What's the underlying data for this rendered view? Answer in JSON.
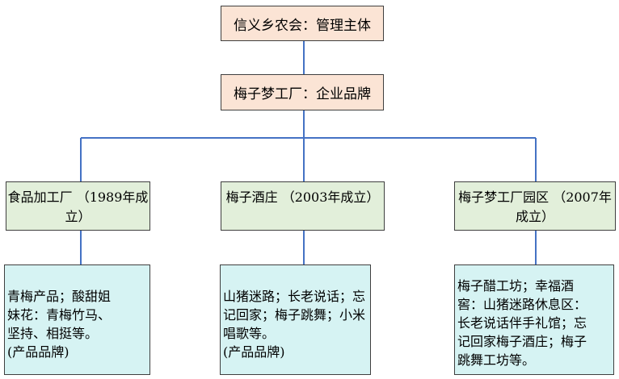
{
  "root": {
    "text": "信义乡农会：管理主体"
  },
  "brand": {
    "text": "梅子梦工厂：企业品牌"
  },
  "units": [
    {
      "name": "食品加工厂",
      "founded": "（1989年成立）",
      "desc": [
        "青梅产品；酸甜姐",
        "妹花：青梅竹马、",
        "坚持、相挺等。",
        "(产品品牌)"
      ]
    },
    {
      "name": "梅子酒庄",
      "founded": "（2003年成立）",
      "desc": [
        "山猪迷路；长老说话；忘",
        "记回家；梅子跳舞；小米",
        "唱歌等。",
        "(产品品牌)"
      ]
    },
    {
      "name": "梅子梦工厂园区",
      "founded": "（2007年成立）",
      "desc": [
        "梅子醋工坊；幸福酒",
        "窖：山猪迷路休息区：",
        "长老说话伴手礼馆；忘",
        "记回家梅子酒庄；梅子",
        "跳舞工坊等。"
      ]
    }
  ],
  "colors": {
    "connector": "#4472c4",
    "top_fill": "#fbe4d5",
    "mid_fill": "#e2efda",
    "bottom_fill": "#d6f3f3"
  }
}
